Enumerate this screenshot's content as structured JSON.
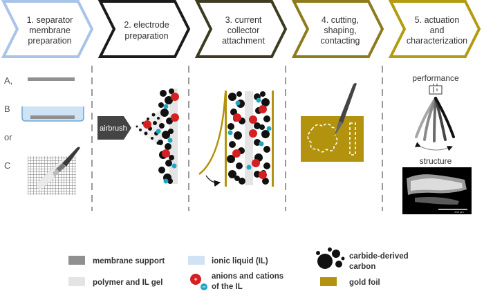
{
  "steps": [
    {
      "lines": [
        "1. separator",
        "membrane",
        "preparation"
      ]
    },
    {
      "lines": [
        "2. electrode",
        "preparation"
      ]
    },
    {
      "lines": [
        "3. current",
        "collector",
        "attachment"
      ]
    },
    {
      "lines": [
        "4. cutting,",
        "shaping,",
        "contacting"
      ]
    },
    {
      "lines": [
        "5. actuation",
        "and",
        "characterization"
      ]
    }
  ],
  "step1": {
    "option_a": "A,",
    "option_b": "B",
    "or_label": "or",
    "option_c": "C"
  },
  "step2": {
    "airbrush_label": "airbrush"
  },
  "step5": {
    "performance_label": "performance",
    "structure_label": "structure",
    "scale_bar_label": "200 µm"
  },
  "legend": {
    "membrane_support": "membrane support",
    "polymer_gel": "polymer and IL gel",
    "ionic_liquid": "ionic liquid (IL)",
    "ions_line1": "anions and cations",
    "ions_line2": "of the IL",
    "cdc_line1": "carbide-derived",
    "cdc_line2": "carbon",
    "gold_foil": "gold foil"
  },
  "colors": {
    "step1_border": "#a9c4e8",
    "step2_border": "#1a1a1a",
    "step3_border": "#3d3b20",
    "step4_border": "#8e7b1d",
    "step5_border": "#b39b12",
    "membrane_gray": "#909090",
    "gel_gray": "#e4e4e4",
    "ionic_liquid_blue": "#cfe3f5",
    "cation_red": "#d42020",
    "anion_teal": "#1ea6c2",
    "gold": "#b3930d",
    "carbon_black": "#111111"
  }
}
